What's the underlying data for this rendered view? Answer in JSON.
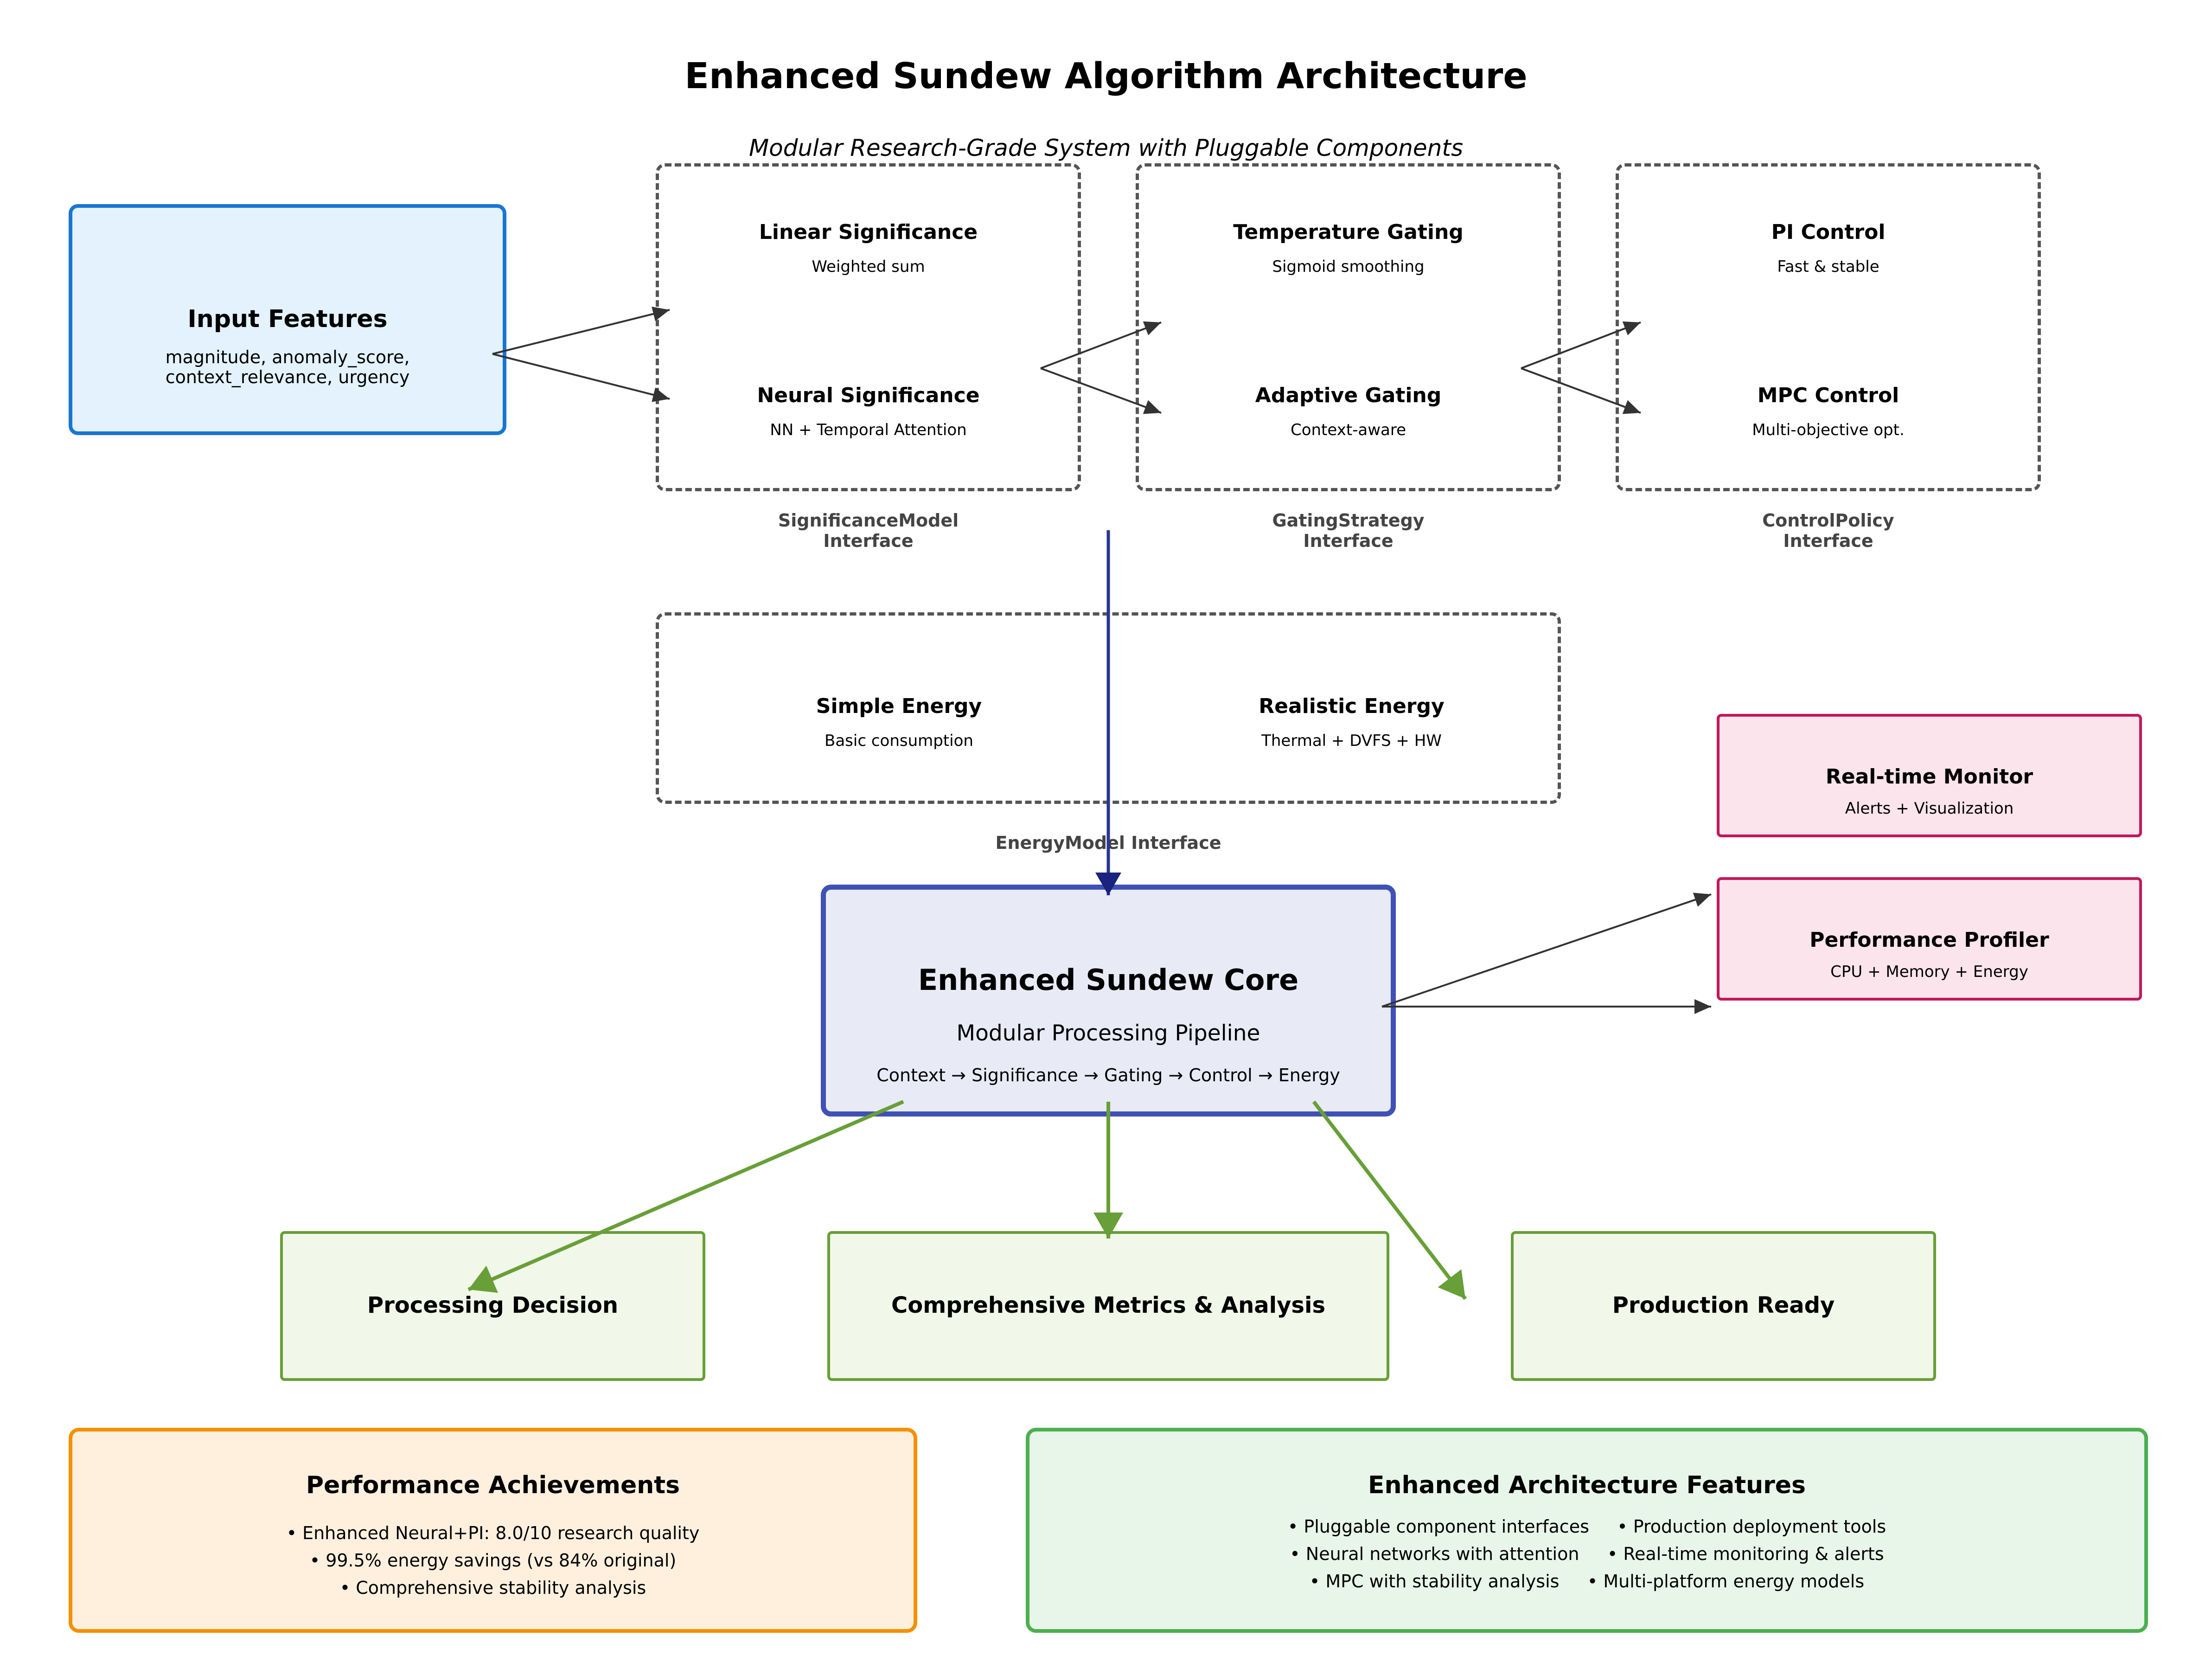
{
  "title": "Enhanced Sundew Algorithm Architecture",
  "subtitle": "Modular Research-Grade System with Pluggable Components",
  "input": {
    "title": "Input Features",
    "desc_line1": "magnitude, anomaly_score,",
    "desc_line2": "context_relevance, urgency"
  },
  "significance": {
    "interface_line1": "SignificanceModel",
    "interface_line2": "Interface",
    "items": [
      {
        "name": "Linear Significance",
        "desc": "Weighted sum"
      },
      {
        "name": "Neural Significance",
        "desc": "NN + Temporal Attention"
      }
    ]
  },
  "gating": {
    "interface_line1": "GatingStrategy",
    "interface_line2": "Interface",
    "items": [
      {
        "name": "Temperature Gating",
        "desc": "Sigmoid smoothing"
      },
      {
        "name": "Adaptive Gating",
        "desc": "Context-aware"
      }
    ]
  },
  "control": {
    "interface_line1": "ControlPolicy",
    "interface_line2": "Interface",
    "items": [
      {
        "name": "PI Control",
        "desc": "Fast & stable"
      },
      {
        "name": "MPC Control",
        "desc": "Multi-objective opt."
      }
    ]
  },
  "energy": {
    "interface": "EnergyModel Interface",
    "items": [
      {
        "name": "Simple Energy",
        "desc": "Basic consumption"
      },
      {
        "name": "Realistic Energy",
        "desc": "Thermal + DVFS + HW"
      }
    ]
  },
  "core": {
    "title": "Enhanced Sundew Core",
    "subtitle": "Modular Processing Pipeline",
    "pipeline": "Context → Significance → Gating → Control → Energy"
  },
  "monitoring": [
    {
      "name": "Real-time Monitor",
      "desc": "Alerts + Visualization"
    },
    {
      "name": "Performance Profiler",
      "desc": "CPU + Memory + Energy"
    }
  ],
  "outputs": [
    "Processing Decision",
    "Comprehensive Metrics & Analysis",
    "Production Ready"
  ],
  "achievements": {
    "title": "Performance Achievements",
    "bullets": [
      "• Enhanced Neural+PI: 8.0/10 research quality",
      "• 99.5% energy savings (vs 84% original)",
      "• Comprehensive stability analysis"
    ]
  },
  "features": {
    "title": "Enhanced Architecture Features",
    "rows": [
      [
        "• Pluggable component interfaces",
        "• Production deployment tools"
      ],
      [
        "• Neural networks with attention",
        "• Real-time monitoring & alerts"
      ],
      [
        "• MPC with stability analysis",
        "• Multi-platform energy models"
      ]
    ]
  },
  "colors": {
    "input_border": "#1976d2",
    "input_fill": "#e3f2fd",
    "core_border": "#3f51b5",
    "core_fill": "#e8eaf6",
    "monitor_border": "#c2185b",
    "monitor_fill": "#fce4ec",
    "output_border": "#689f38",
    "output_fill": "#f1f8e9",
    "achievements_border": "#f59000",
    "achievements_fill": "#fff0de",
    "features_border": "#4caf50",
    "features_fill": "#e8f5e9",
    "interface_border": "#555555"
  }
}
